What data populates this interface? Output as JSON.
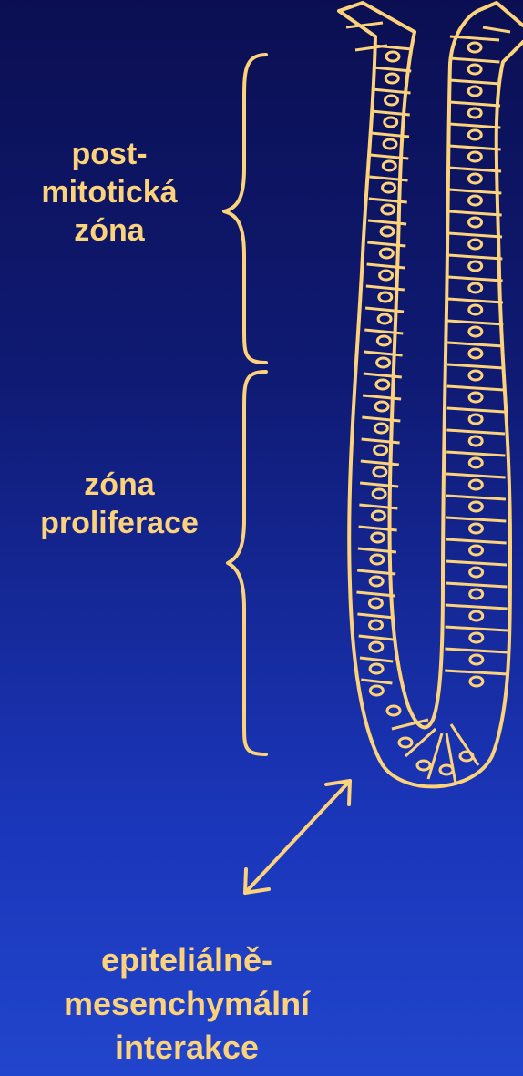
{
  "labels": {
    "postmitotic_zone": [
      "post-",
      "mitotická",
      "zóna"
    ],
    "proliferation_zone": [
      "zóna",
      "proliferace"
    ],
    "interaction": [
      "epiteliálně-",
      "mesenchymální",
      "interakce"
    ]
  },
  "colors": {
    "background_top": "#0b0f52",
    "background_bottom": "#2145cc",
    "drawing": "#fcd27a"
  }
}
